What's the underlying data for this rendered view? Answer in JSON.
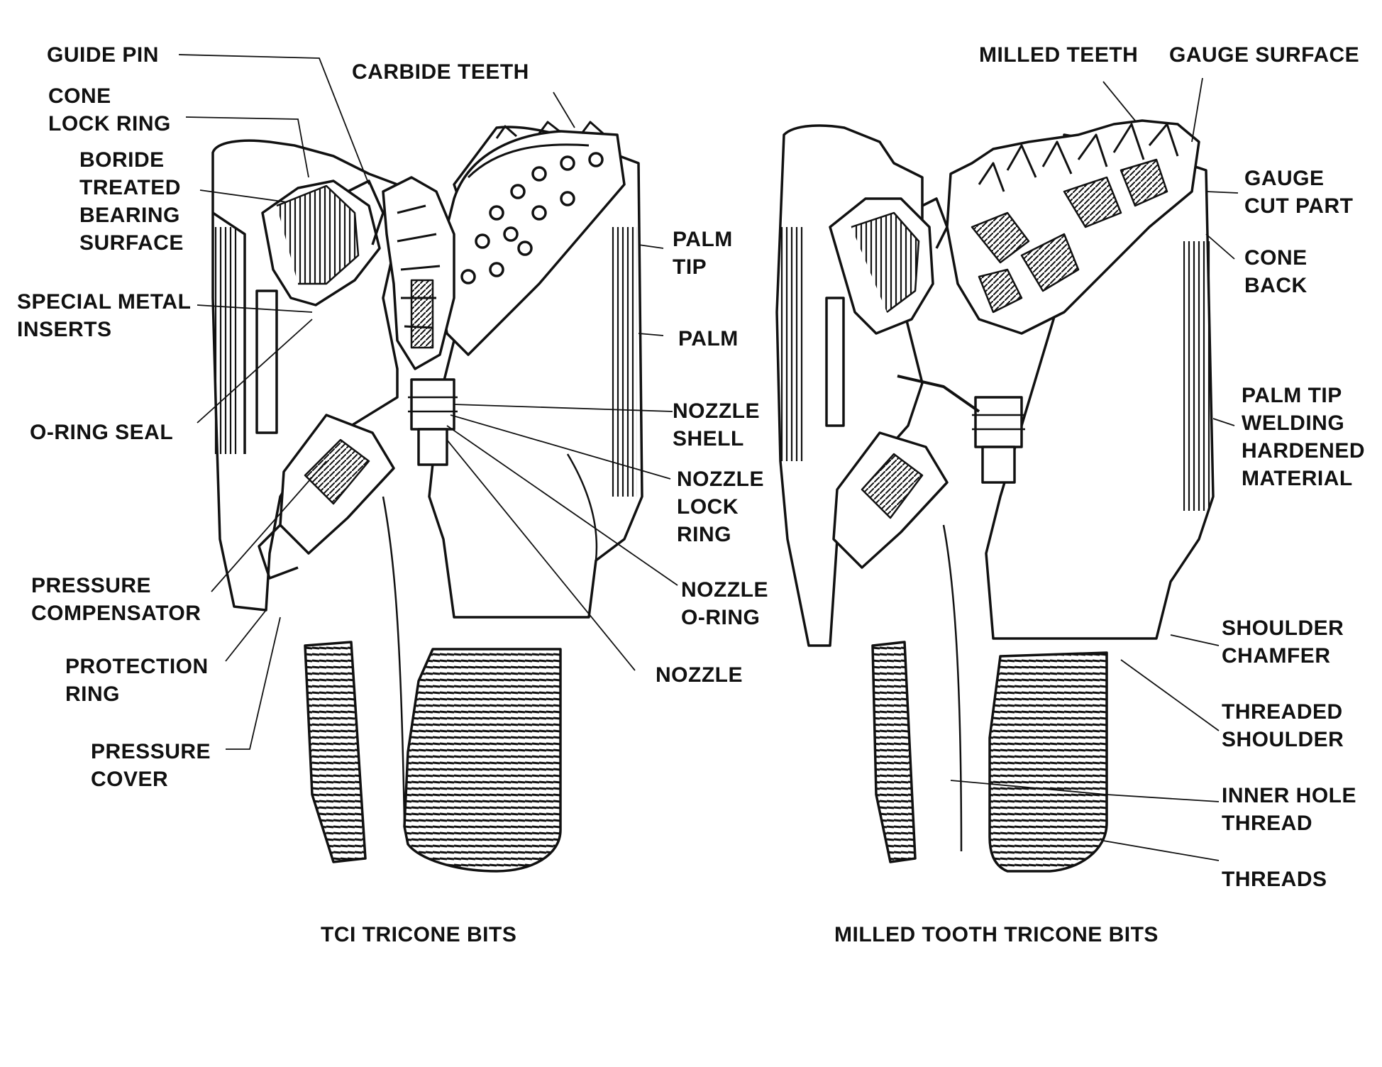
{
  "diagram": {
    "left_bit": {
      "caption": "TCI TRICONE BITS",
      "labels": {
        "guide_pin": [
          "GUIDE PIN"
        ],
        "cone_lock_ring": [
          "CONE",
          "LOCK RING"
        ],
        "boride": [
          "BORIDE",
          "TREATED",
          "BEARING",
          "SURFACE"
        ],
        "special_metal": [
          "SPECIAL METAL",
          "INSERTS"
        ],
        "o_ring_seal": [
          "O-RING SEAL"
        ],
        "pressure_compensator": [
          "PRESSURE",
          "COMPENSATOR"
        ],
        "protection_ring": [
          "PROTECTION",
          "RING"
        ],
        "pressure_cover": [
          "PRESSURE",
          "COVER"
        ],
        "carbide_teeth": [
          "CARBIDE TEETH"
        ],
        "palm_tip": [
          "PALM",
          "TIP"
        ],
        "palm": [
          "PALM"
        ],
        "nozzle_shell": [
          "NOZZLE",
          "SHELL"
        ],
        "nozzle_lock_ring": [
          "NOZZLE",
          "LOCK",
          "RING"
        ],
        "nozzle_o_ring": [
          "NOZZLE",
          "O-RING"
        ],
        "nozzle": [
          "NOZZLE"
        ]
      }
    },
    "right_bit": {
      "caption": "MILLED TOOTH TRICONE BITS",
      "labels": {
        "milled_teeth": [
          "MILLED TEETH"
        ],
        "gauge_surface": [
          "GAUGE SURFACE"
        ],
        "gauge_cut_part": [
          "GAUGE",
          "CUT PART"
        ],
        "cone_back": [
          "CONE",
          "BACK"
        ],
        "palm_tip_welding": [
          "PALM TIP",
          "WELDING",
          "HARDENED",
          "MATERIAL"
        ],
        "shoulder_chamfer": [
          "SHOULDER",
          "CHAMFER"
        ],
        "threaded_shoulder": [
          "THREADED",
          "SHOULDER"
        ],
        "inner_hole_thread": [
          "INNER HOLE",
          "THREAD"
        ],
        "threads": [
          "THREADS"
        ]
      }
    },
    "colors": {
      "ink": "#111111",
      "paper": "#ffffff"
    }
  }
}
